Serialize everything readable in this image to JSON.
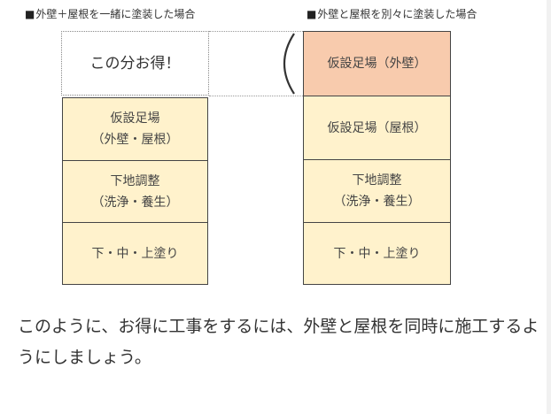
{
  "left": {
    "heading": "外壁＋屋根を一緒に塗装した場合",
    "savings_label": "この分お得！",
    "blocks": [
      {
        "line1": "仮設足場",
        "line2": "（外壁・屋根）"
      },
      {
        "line1": "下地調整",
        "line2": "（洗浄・養生）"
      },
      {
        "line1": "下・中・上塗り",
        "line2": ""
      }
    ]
  },
  "right": {
    "heading": "外壁と屋根を別々に塗装した場合",
    "blocks": [
      {
        "line1": "仮設足場（外壁）",
        "line2": "",
        "highlight": true
      },
      {
        "line1": "仮設足場（屋根）",
        "line2": ""
      },
      {
        "line1": "下地調整",
        "line2": "（洗浄・養生）"
      },
      {
        "line1": "下・中・上塗り",
        "line2": ""
      }
    ]
  },
  "body_text": "このように、お得に工事をするには、外壁と屋根を同時に施工するようにしましょう。",
  "colors": {
    "cell_fill": "#fff2cc",
    "highlight_fill": "#f8cbad",
    "border": "#444444"
  }
}
